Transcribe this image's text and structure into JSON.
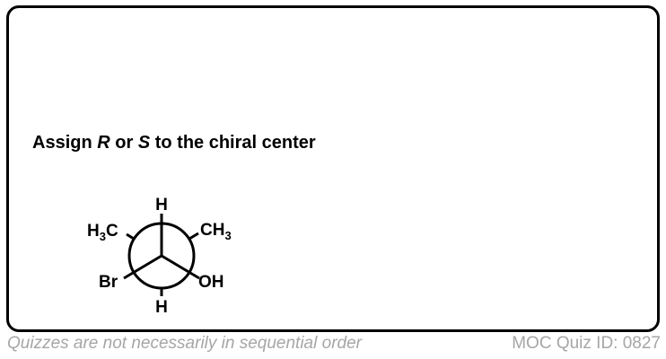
{
  "question": {
    "prefix": "Assign ",
    "r": "R",
    "middle": " or ",
    "s": "S",
    "suffix": " to the chiral center"
  },
  "newman": {
    "front_top": "H",
    "front_left_base": "Br",
    "front_right_base": "OH",
    "back_upper_left_main": "H",
    "back_upper_left_sub": "3",
    "back_upper_left_tail": "C",
    "back_upper_right_main": "CH",
    "back_upper_right_sub": "3",
    "back_bottom": "H"
  },
  "footer": {
    "note": "Quizzes are not necessarily in sequential order",
    "quiz_id": "MOC Quiz ID: 0827"
  },
  "colors": {
    "border": "#000000",
    "footer_text": "#a6a6a6"
  }
}
